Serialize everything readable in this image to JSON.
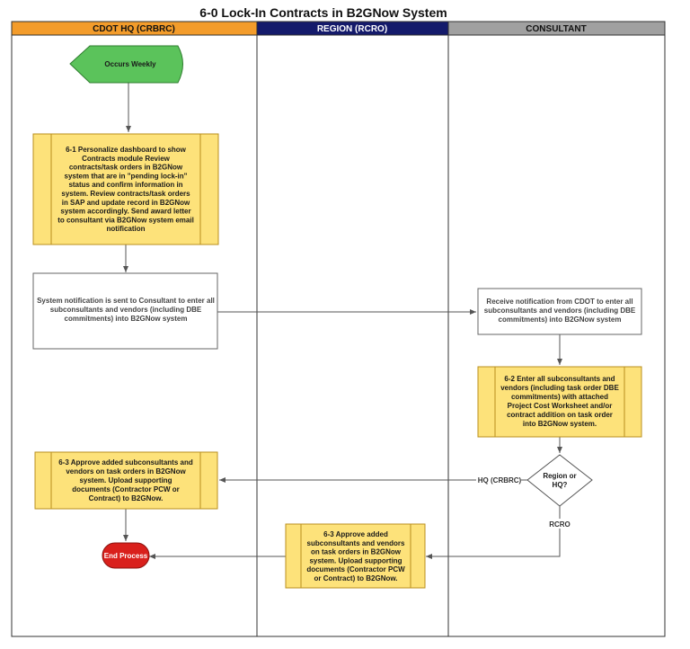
{
  "title": "6-0 Lock-In Contracts in B2GNow System",
  "lanes": [
    {
      "label": "CDOT HQ (CRBRC)",
      "color": "#f39c2b",
      "text_color": "#111111"
    },
    {
      "label": "REGION (RCRO)",
      "color": "#141a6b",
      "text_color": "#ffffff"
    },
    {
      "label": "CONSULTANT",
      "color": "#a0a0a0",
      "text_color": "#111111"
    }
  ],
  "nodes": {
    "start": {
      "lines": [
        "Occurs Weekly"
      ]
    },
    "step_6_1": {
      "lines": [
        "6-1 Personalize dashboard to show",
        "Contracts module  Review",
        "contracts/task orders in B2GNow",
        "system that are in \"pending lock-in\"",
        "status and confirm information in",
        "system.  Review contracts/task orders",
        "in SAP and update record in B2GNow",
        "system accordingly.  Send award letter",
        "to consultant via B2GNow system email",
        "notification"
      ]
    },
    "notify": {
      "lines": [
        "System notification is sent to Consultant to enter all",
        "subconsultants and vendors (including DBE",
        "commitments) into B2GNow system"
      ]
    },
    "receive": {
      "lines": [
        "Receive notification from CDOT to enter all",
        "subconsultants and vendors (including DBE",
        "commitments) into B2GNow system"
      ]
    },
    "step_6_2": {
      "lines": [
        "6-2 Enter all subconsultants and",
        "vendors (including task order DBE",
        "commitments) with attached",
        "Project Cost Worksheet and/or",
        "contract addition on task order",
        "into B2GNow system."
      ]
    },
    "decision": {
      "lines": [
        "Region or",
        "HQ?"
      ]
    },
    "step_6_3_hq": {
      "lines": [
        "6-3 Approve added subconsultants and",
        "vendors on task orders in B2GNow",
        "system.  Upload supporting",
        "documents (Contractor PCW or",
        "Contract) to B2GNow."
      ]
    },
    "step_6_3_region": {
      "lines": [
        "6-3 Approve added",
        "subconsultants and vendors",
        "on task orders in B2GNow",
        "system.  Upload supporting",
        "documents (Contractor PCW",
        "or Contract) to B2GNow."
      ]
    },
    "end": {
      "lines": [
        "End Process"
      ]
    }
  },
  "edge_labels": {
    "hq": "HQ (CRBRC)",
    "rcro": "RCRO"
  },
  "colors": {
    "process_fill": "#fde27a",
    "process_stroke": "#b98f1e",
    "start_fill": "#5bc35b",
    "end_fill": "#d9201c",
    "line": "#555555"
  }
}
